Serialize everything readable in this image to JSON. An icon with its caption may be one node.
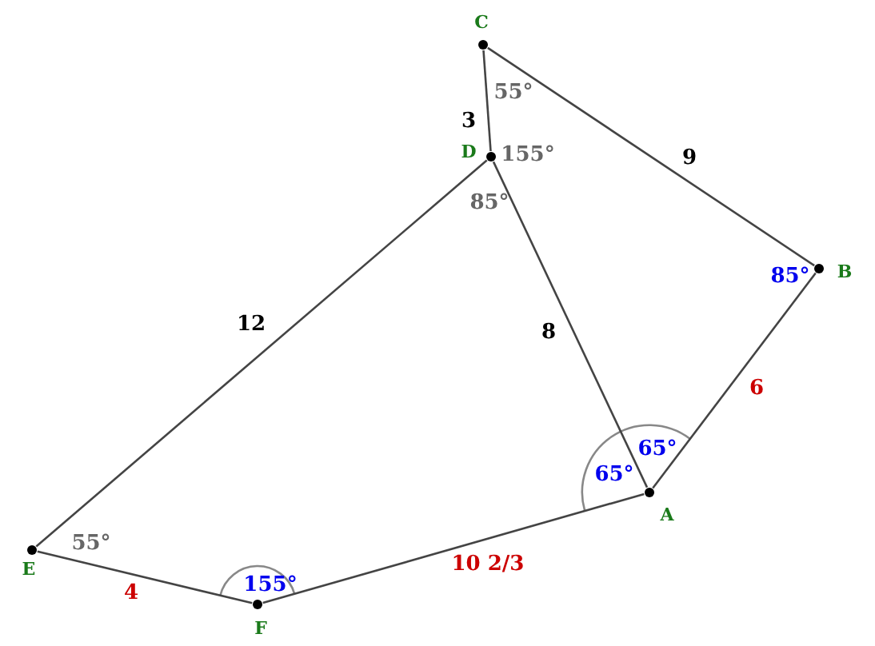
{
  "diagram": {
    "nodes": [
      {
        "text": [
          "C"
        ],
        "beside": [
          "55°"
        ]
      },
      {
        "text": [
          "D"
        ],
        "beside": [
          "155°",
          "85°"
        ]
      },
      {
        "text": [
          "B"
        ],
        "beside": [
          "85°"
        ]
      },
      {
        "text": [
          "A"
        ],
        "beside": [
          "65°",
          "65°"
        ]
      },
      {
        "text": [
          "E"
        ],
        "beside": [
          "55°"
        ]
      },
      {
        "text": [
          "F"
        ],
        "beside": [
          "155°"
        ]
      }
    ],
    "edges": [
      {
        "from": 0,
        "to": 1,
        "arrow": "none",
        "label": "3"
      },
      {
        "from": 0,
        "to": 2,
        "arrow": "none",
        "label": "9"
      },
      {
        "from": 1,
        "to": 3,
        "arrow": "none",
        "label": "8"
      },
      {
        "from": 2,
        "to": 3,
        "arrow": "none",
        "label": "6"
      },
      {
        "from": 1,
        "to": 4,
        "arrow": "none",
        "label": "12"
      },
      {
        "from": 3,
        "to": 5,
        "arrow": "none",
        "label": "10 2/3"
      },
      {
        "from": 4,
        "to": 5,
        "arrow": "none",
        "label": "4"
      }
    ]
  }
}
